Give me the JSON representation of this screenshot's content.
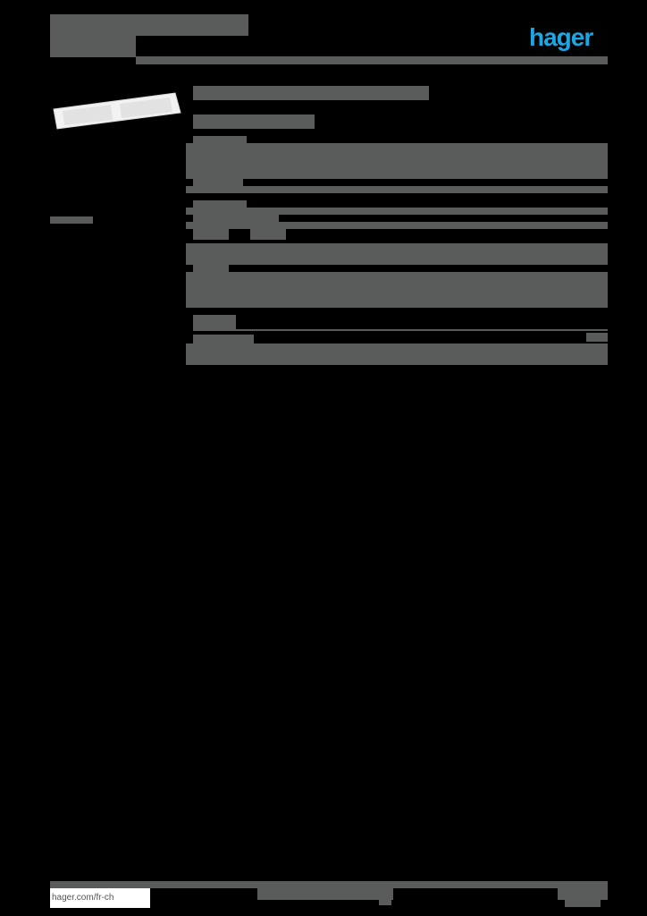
{
  "header": {
    "title_redacted": true,
    "subtitle_redacted": true,
    "brand": {
      "name": "hager",
      "color": "#1ba6e4"
    }
  },
  "product": {
    "image": "wall-plate-frame-double",
    "title_redacted": true,
    "subtitle_redacted": true
  },
  "sidebar": {
    "label_redacted": true
  },
  "sections": [
    {
      "name": "section-1",
      "rows": 3,
      "redacted": true
    },
    {
      "name": "section-2",
      "rows": 3,
      "redacted": true
    },
    {
      "name": "section-3",
      "rows": 2,
      "redacted": true
    },
    {
      "name": "section-4",
      "rows": 2,
      "redacted": true
    }
  ],
  "footer": {
    "url": "hager.com/fr-ch",
    "center_redacted": true,
    "right_redacted": true
  },
  "colors": {
    "background": "#000000",
    "redaction": "#5a5b5b",
    "brand": "#1ba6e4"
  }
}
